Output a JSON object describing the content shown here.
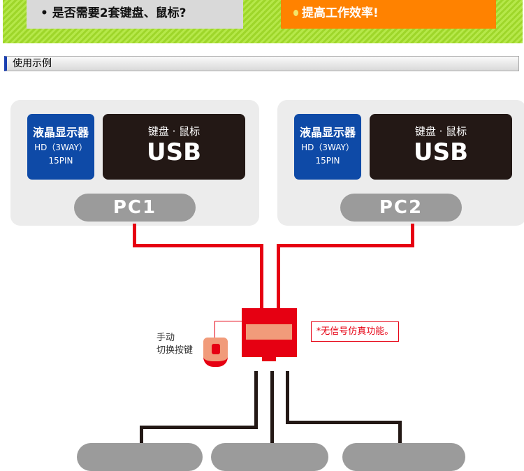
{
  "banner": {
    "question": "是否需要2套键盘、鼠标?",
    "answer": "提高工作效率!"
  },
  "section_title": "使用示例",
  "pcs": [
    {
      "monitor_title": "液晶显示器",
      "monitor_line1": "HD（3WAY）",
      "monitor_line2": "15PIN",
      "kb_title": "键盘 · 鼠标",
      "kb_type": "USB",
      "label": "PC1"
    },
    {
      "monitor_title": "液晶显示器",
      "monitor_line1": "HD（3WAY）",
      "monitor_line2": "15PIN",
      "kb_title": "键盘 · 鼠标",
      "kb_type": "USB",
      "label": "PC2"
    }
  ],
  "switch": {
    "button_label_1": "手动",
    "button_label_2": "切换按键",
    "note": "*无信号仿真功能。"
  },
  "colors": {
    "red": "#e60012",
    "blue": "#0e4aa7",
    "orange": "#ff8200"
  }
}
